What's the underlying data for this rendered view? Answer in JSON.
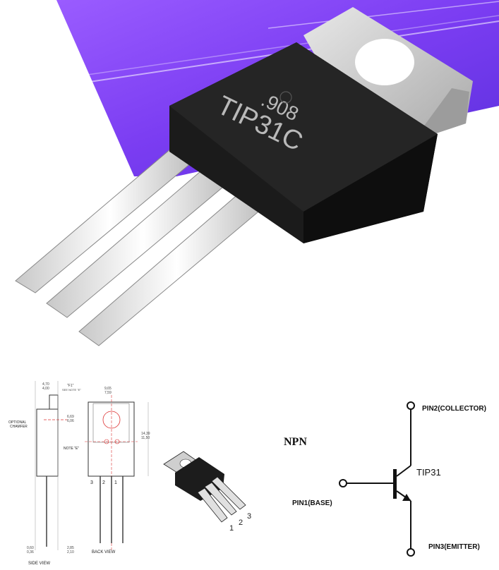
{
  "photo": {
    "part_marking": "TIP31C",
    "lot_code": ".908"
  },
  "mechanical": {
    "side_view_label": "SIDE VIEW",
    "back_view_label": "BACK VIEW",
    "optional_chamfer_label_1": "OPTIONAL",
    "optional_chamfer_label_2": "CHAMFER",
    "note_e_label": "NOTE \"E\"",
    "note_f_label": "\"F1\"",
    "see_note_e": "SEE NOTE \"E\"",
    "dims": {
      "top_width_1": "4,70",
      "top_width_2": "4,00",
      "body_width_1": "6,69",
      "body_width_2": "6,06",
      "back_width_1": "9,65",
      "back_width_2": "7,59",
      "height_1": "14,39",
      "height_2": "11,50",
      "lead_thick_1": "0,60",
      "lead_thick_2": "0,36",
      "pitch_1": "2,85",
      "pitch_2": "2,10"
    },
    "back_pins": [
      "3",
      "2",
      "1"
    ]
  },
  "package_pins": [
    "1",
    "2",
    "3"
  ],
  "schematic": {
    "type_label": "NPN",
    "part_label": "TIP31",
    "pin_base": "PIN1(BASE)",
    "pin_collector": "PIN2(COLLECTOR)",
    "pin_emitter": "PIN3(EMITTER)"
  },
  "colors": {
    "background_purple": "#8a49ff",
    "purple_dark": "#5a2fdc",
    "transistor_body": "#1a1a1a",
    "metal_tab": "#d6d6d6"
  }
}
